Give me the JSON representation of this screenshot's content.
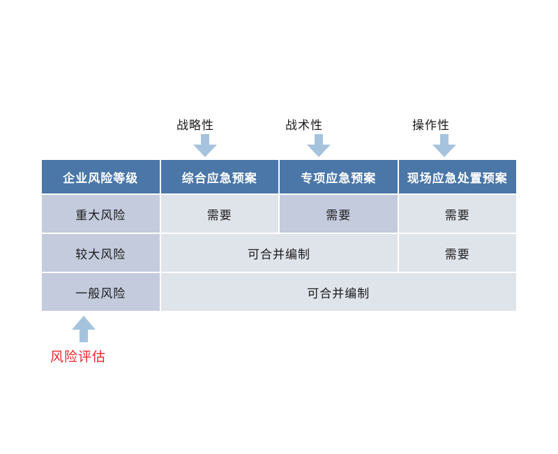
{
  "diagram": {
    "title_labels": [
      {
        "text": "战略性",
        "target": "综合应急预案"
      },
      {
        "text": "战术性",
        "target": "专项应急预案"
      },
      {
        "text": "操作性",
        "target": "现场应急处置预案"
      }
    ],
    "bottom_caption": "风险评估",
    "colors": {
      "header_blue": "#4a76a8",
      "cell_dark": "#c3cbdd",
      "cell_light": "#dfe3ea",
      "arrow_blue": "#a6c3dd",
      "caption_red": "#e8272c",
      "header_text": "#ffffff",
      "body_text": "#1a1a1a"
    },
    "table": {
      "headers": [
        "企业风险等级",
        "综合应急预案",
        "专项应急预案",
        "现场应急处置预案"
      ],
      "rows": [
        {
          "level": "重大风险",
          "cells": [
            {
              "text": "需要",
              "span": 1,
              "style": "light"
            },
            {
              "text": "需要",
              "span": 1,
              "style": "dark"
            },
            {
              "text": "需要",
              "span": 1,
              "style": "light"
            }
          ]
        },
        {
          "level": "较大风险",
          "cells": [
            {
              "text": "可合并编制",
              "span": 2,
              "style": "light"
            },
            {
              "text": "需要",
              "span": 1,
              "style": "light"
            }
          ]
        },
        {
          "level": "一般风险",
          "cells": [
            {
              "text": "可合并编制",
              "span": 3,
              "style": "light"
            }
          ]
        }
      ]
    }
  }
}
